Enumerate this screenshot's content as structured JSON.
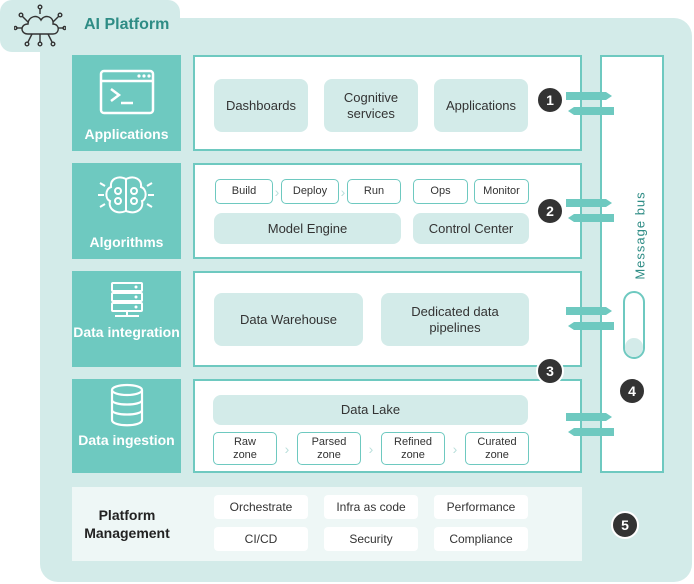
{
  "platform": {
    "title": "AI Platform"
  },
  "layers": [
    {
      "name": "Applications",
      "items": [
        "Dashboards",
        "Cognitive services",
        "Applications"
      ]
    },
    {
      "name": "Algorithms",
      "stages": [
        "Build",
        "Deploy",
        "Run"
      ],
      "ops": [
        "Ops",
        "Monitor"
      ],
      "engine": "Model Engine",
      "control": "Control Center"
    },
    {
      "name": "Data integration",
      "items": [
        "Data Warehouse",
        "Dedicated data pipelines"
      ]
    },
    {
      "name": "Data ingestion",
      "lake": "Data Lake",
      "zones": [
        "Raw zone",
        "Parsed zone",
        "Refined zone",
        "Curated zone"
      ]
    }
  ],
  "message_bus": {
    "label": "Message bus"
  },
  "management": {
    "title": "Platform Management",
    "items": [
      "Orchestrate",
      "Infra as code",
      "Performance",
      "CI/CD",
      "Security",
      "Compliance"
    ]
  },
  "markers": [
    "1",
    "2",
    "3",
    "4",
    "5"
  ],
  "colors": {
    "accent": "#6ec9c0",
    "background": "#d3ebe9",
    "title": "#2e8c85",
    "marker": "#333333"
  },
  "icons": [
    "cloud-network-icon",
    "terminal-icon",
    "brain-icon",
    "server-icon",
    "database-icon"
  ]
}
